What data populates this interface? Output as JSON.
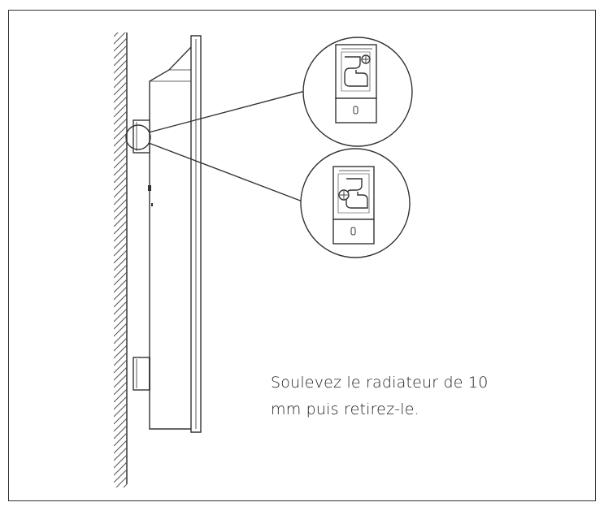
{
  "instruction": {
    "line1": "Soulevez le radiateur de 10",
    "line2": "mm puis retirez-le."
  },
  "colors": {
    "stroke": "#333333",
    "hatch": "#555555",
    "background": "#ffffff"
  },
  "details": [
    {
      "name": "detail-hook-engaged",
      "state": "engaged"
    },
    {
      "name": "detail-hook-released",
      "state": "released"
    }
  ]
}
